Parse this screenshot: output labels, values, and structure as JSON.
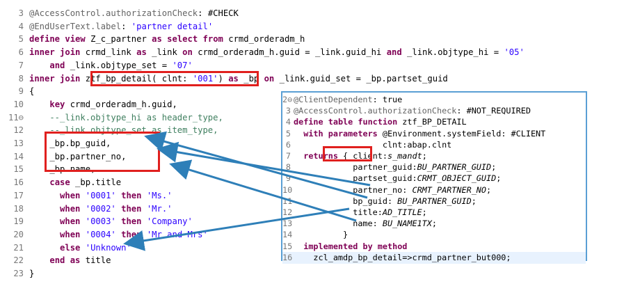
{
  "main_code": [
    {
      "n": "3",
      "t": "@AccessControl.authorizationCheck: #CHECK"
    },
    {
      "n": "4",
      "t": "@EndUserText.label: 'partner detail'"
    },
    {
      "n": "5",
      "t": "define view Z_c_partner as select from crmd_orderadm_h"
    },
    {
      "n": "6",
      "t": "inner join crmd_link as _link on crmd_orderadm_h.guid = _link.guid_hi and _link.objtype_hi = '05'"
    },
    {
      "n": "7",
      "t": "    and _link.objtype_set = '07'"
    },
    {
      "n": "8",
      "t": "inner join ztf_bp_detail( clnt: '001') as _bp on _link.guid_set = _bp.partset_guid"
    },
    {
      "n": "9",
      "t": "{"
    },
    {
      "n": "10",
      "t": "    key crmd_orderadm_h.guid,"
    },
    {
      "n": "11⊖",
      "t": "    --_link.objtype_hi as header_type,"
    },
    {
      "n": "12",
      "t": "    --_link.objtype_set as item_type,"
    },
    {
      "n": "13",
      "t": "    _bp.bp_guid,"
    },
    {
      "n": "14",
      "t": "    _bp.partner_no,"
    },
    {
      "n": "15",
      "t": "    _bp.name,"
    },
    {
      "n": "16",
      "t": "    case _bp.title"
    },
    {
      "n": "17",
      "t": "      when '0001' then 'Ms.'"
    },
    {
      "n": "18",
      "t": "      when '0002' then 'Mr.'"
    },
    {
      "n": "19",
      "t": "      when '0003' then 'Company'"
    },
    {
      "n": "20",
      "t": "      when '0004' then 'Mr and Mrs'"
    },
    {
      "n": "21",
      "t": "      else 'Unknown'"
    },
    {
      "n": "22",
      "t": "    end as title"
    },
    {
      "n": "23",
      "t": "}"
    }
  ],
  "popup_code": [
    {
      "n": "2⊖",
      "t": "@ClientDependent: true"
    },
    {
      "n": "3",
      "t": "@AccessControl.authorizationCheck: #NOT_REQUIRED"
    },
    {
      "n": "4",
      "t": "define table function ztf_BP_DETAIL"
    },
    {
      "n": "5",
      "t": "  with parameters @Environment.systemField: #CLIENT"
    },
    {
      "n": "6",
      "t": "                  clnt:abap.clnt"
    },
    {
      "n": "7",
      "t": "  returns { client:s_mandt;"
    },
    {
      "n": "8",
      "t": "            partner_guid:BU_PARTNER_GUID;"
    },
    {
      "n": "9",
      "t": "            partset_guid:CRMT_OBJECT_GUID;"
    },
    {
      "n": "10",
      "t": "            partner_no: CRMT_PARTNER_NO;"
    },
    {
      "n": "11",
      "t": "            bp_guid: BU_PARTNER_GUID;"
    },
    {
      "n": "12",
      "t": "            title:AD_TITLE;"
    },
    {
      "n": "13",
      "t": "            name: BU_NAME1TX;"
    },
    {
      "n": "14",
      "t": "          }"
    },
    {
      "n": "15",
      "t": "  implemented by method"
    },
    {
      "n": "16",
      "t": "    zcl_amdp_bp_detail=>crmd_partner_but000;"
    }
  ],
  "colors": {
    "keyword": "#7f0055",
    "string": "#2a00ff",
    "comment": "#3f7f5f",
    "annotation": "#646464",
    "highlight_box": "#e0201e",
    "arrow": "#2e7fb8",
    "popup_border": "#5a9fd4"
  }
}
